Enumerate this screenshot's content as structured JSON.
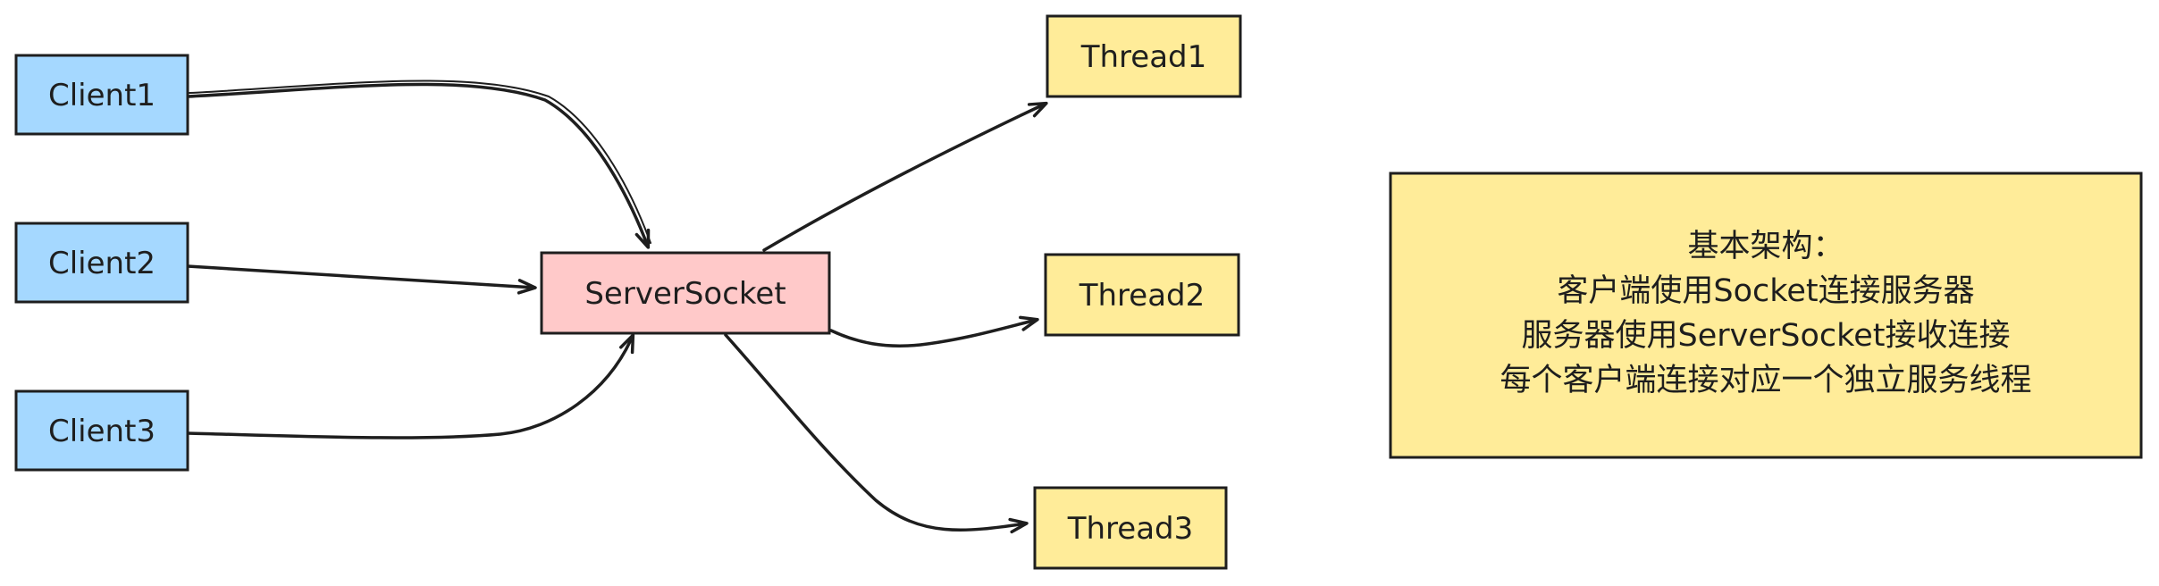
{
  "colors": {
    "ink": "#1e1e1e",
    "client_fill": "#a5d8ff",
    "server_fill": "#ffc9c9",
    "thread_fill": "#ffec99",
    "note_fill": "#ffec99"
  },
  "nodes": {
    "client1": "Client1",
    "client2": "Client2",
    "client3": "Client3",
    "server": "ServerSocket",
    "thread1": "Thread1",
    "thread2": "Thread2",
    "thread3": "Thread3"
  },
  "note": {
    "line1": "基本架构：",
    "line2": "客户端使用Socket连接服务器",
    "line3": "服务器使用ServerSocket接收连接",
    "line4": "每个客户端连接对应一个独立服务线程"
  }
}
